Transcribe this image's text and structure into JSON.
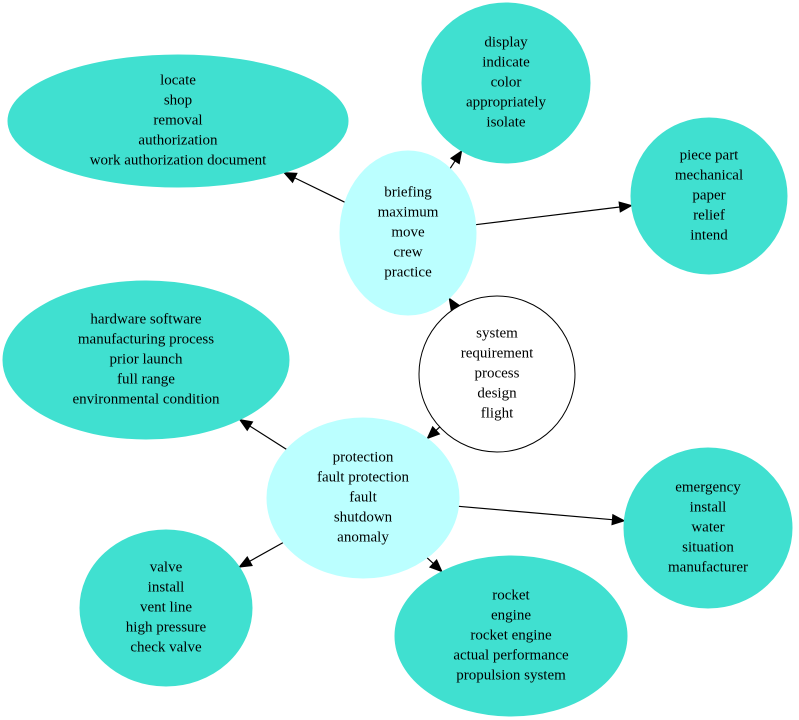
{
  "colors": {
    "leaf_fill": "#40e0d0",
    "hub_fill": "#bbffff",
    "root_fill": "#ffffff",
    "stroke": "#000000"
  },
  "nodes": {
    "root": {
      "lines": [
        "system",
        "requirement",
        "process",
        "design",
        "flight"
      ]
    },
    "briefing": {
      "lines": [
        "briefing",
        "maximum",
        "move",
        "crew",
        "practice"
      ]
    },
    "protection": {
      "lines": [
        "protection",
        "fault protection",
        "fault",
        "shutdown",
        "anomaly"
      ]
    },
    "locate": {
      "lines": [
        "locate",
        "shop",
        "removal",
        "authorization",
        "work authorization document"
      ]
    },
    "display": {
      "lines": [
        "display",
        "indicate",
        "color",
        "appropriately",
        "isolate"
      ]
    },
    "piece": {
      "lines": [
        "piece part",
        "mechanical",
        "paper",
        "relief",
        "intend"
      ]
    },
    "hardware": {
      "lines": [
        "hardware software",
        "manufacturing process",
        "prior launch",
        "full range",
        "environmental condition"
      ]
    },
    "emergency": {
      "lines": [
        "emergency",
        "install",
        "water",
        "situation",
        "manufacturer"
      ]
    },
    "valve": {
      "lines": [
        "valve",
        "install",
        "vent line",
        "high pressure",
        "check valve"
      ]
    },
    "rocket": {
      "lines": [
        "rocket",
        "engine",
        "rocket engine",
        "actual performance",
        "propulsion system"
      ]
    }
  },
  "edges": [
    {
      "from": "root",
      "to": "briefing"
    },
    {
      "from": "root",
      "to": "protection"
    },
    {
      "from": "briefing",
      "to": "locate"
    },
    {
      "from": "briefing",
      "to": "display"
    },
    {
      "from": "briefing",
      "to": "piece"
    },
    {
      "from": "protection",
      "to": "hardware"
    },
    {
      "from": "protection",
      "to": "emergency"
    },
    {
      "from": "protection",
      "to": "valve"
    },
    {
      "from": "protection",
      "to": "rocket"
    }
  ]
}
